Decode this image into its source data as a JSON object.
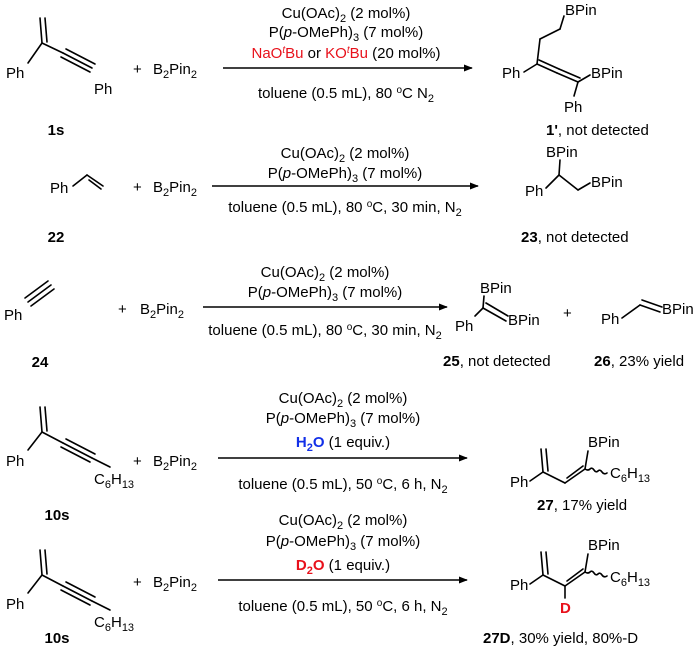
{
  "common": {
    "ph": "Ph",
    "plus": "+",
    "b2pin2": "B2Pin2",
    "bpin": "BPin",
    "c6h13": "C6H13",
    "deuterium": "D"
  },
  "reactions": [
    {
      "substrate_label": "1s",
      "conditions": [
        "Cu(OAc)2 (2 mol%)",
        "P(p-OMePh)3 (7 mol%)"
      ],
      "base_line": "NaOtBu or KOtBu (20 mol%)",
      "below": "toluene (0.5 mL), 80 °C N2",
      "product_label": "1'",
      "product_note": ", not detected"
    },
    {
      "substrate_label": "22",
      "conditions": [
        "Cu(OAc)2 (2 mol%)",
        "P(p-OMePh)3 (7 mol%)"
      ],
      "below": "toluene (0.5 mL), 80 °C, 30 min, N2",
      "product_label": "23",
      "product_note": ", not detected"
    },
    {
      "substrate_label": "24",
      "conditions": [
        "Cu(OAc)2 (2 mol%)",
        "P(p-OMePh)3 (7 mol%)"
      ],
      "below": "toluene (0.5 mL), 80 °C, 30 min, N2",
      "product_label": "25",
      "product_note": ", not detected",
      "product2_label": "26",
      "product2_note": ", 23% yield"
    },
    {
      "substrate_label": "10s",
      "conditions": [
        "Cu(OAc)2 (2 mol%)",
        "P(p-OMePh)3 (7 mol%)"
      ],
      "additive": "H2O",
      "additive_amount": " (1 equiv.)",
      "below": "toluene (0.5 mL), 50 °C, 6 h, N2",
      "product_label": "27",
      "product_note": ", 17% yield"
    },
    {
      "substrate_label": "10s",
      "conditions": [
        "Cu(OAc)2 (2 mol%)",
        "P(p-OMePh)3 (7 mol%)"
      ],
      "additive": "D2O",
      "additive_amount": " (1 equiv.)",
      "below": "toluene (0.5 mL), 50 °C, 6 h, N2",
      "product_label": "27D",
      "product_note": ", 30% yield, 80%-D"
    }
  ],
  "colors": {
    "red": "#e8111b",
    "blue": "#1230e8"
  }
}
